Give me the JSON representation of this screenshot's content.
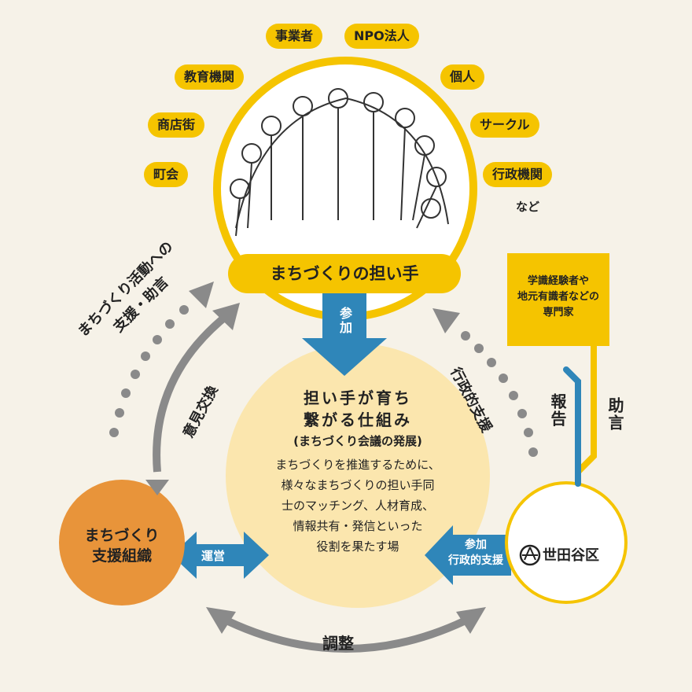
{
  "tags": [
    "事業者",
    "NPO法人",
    "教育機関",
    "個人",
    "商店街",
    "サークル",
    "町会",
    "行政機関"
  ],
  "tags_suffix": "など",
  "main_label": "まちづくりの担い手",
  "participate_arrow": "参加",
  "center": {
    "title_line1": "担い手が育ち",
    "title_line2": "繋がる仕組み",
    "subtitle": "(まちづくり会議の発展)",
    "body": [
      "まちづくりを推進するために、",
      "様々なまちづくりの担い手同",
      "士のマッチング、人材育成、",
      "情報共有・発信といった",
      "役割を果たす場"
    ]
  },
  "support_org": {
    "line1": "まちづくり",
    "line2": "支援組織"
  },
  "setagaya": "世田谷区",
  "expert": [
    "学識経験者や",
    "地元有識者などの",
    "専門家"
  ],
  "labels": {
    "support_advice_line1": "まちづくり活動への",
    "support_advice_line2": "支援・助言",
    "opinion_exchange": "意見交換",
    "admin_support": "行政的支援",
    "report": "報告",
    "advice": "助言",
    "operation": "運営",
    "participate_admin_line1": "参加",
    "participate_admin_line2": "行政的支援",
    "coordination": "調整"
  },
  "colors": {
    "yellow": "#f5c400",
    "blue": "#2f86b9",
    "orange": "#e8943a",
    "gray": "#8a8a8a",
    "cream": "#fbe6ae"
  }
}
